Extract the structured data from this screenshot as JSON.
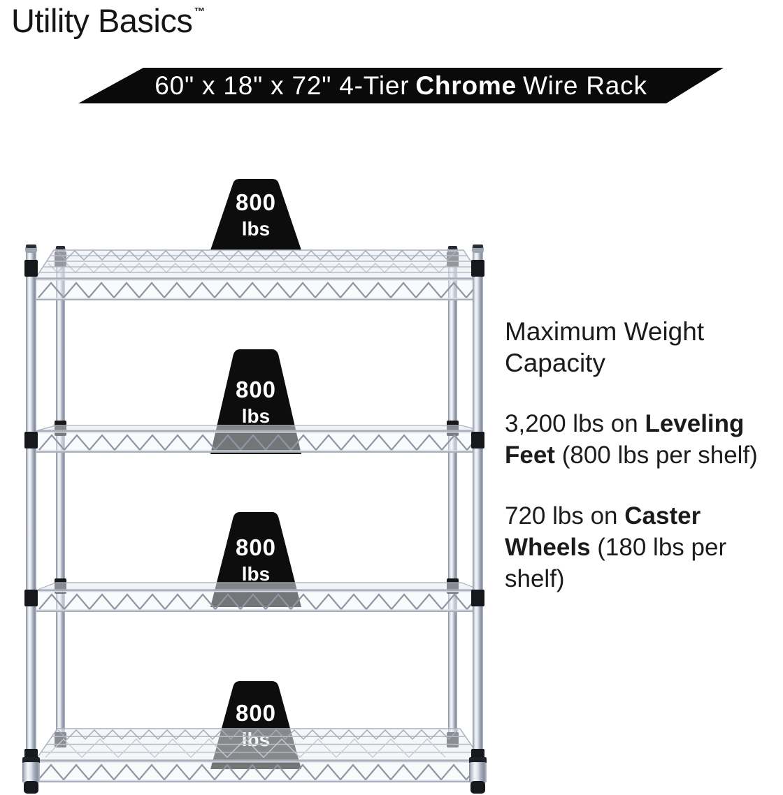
{
  "brand": {
    "name": "Utility Basics",
    "tm": "™"
  },
  "banner": {
    "prefix": "60\" x 18\" x 72\" 4-Tier",
    "bold": "Chrome",
    "suffix": "Wire Rack"
  },
  "badges": [
    {
      "value": "800",
      "unit": "lbs"
    },
    {
      "value": "800",
      "unit": "lbs"
    },
    {
      "value": "800",
      "unit": "lbs"
    },
    {
      "value": "800",
      "unit": "lbs"
    }
  ],
  "info": {
    "heading": "Maximum Weight Capacity",
    "leveling": {
      "prefix": "3,200 lbs on ",
      "bold": "Leveling Feet",
      "suffix": " (800 lbs per shelf)"
    },
    "caster": {
      "prefix": "720 lbs on ",
      "bold": "Caster Wheels",
      "suffix": " (180 lbs per shelf)"
    }
  },
  "colors": {
    "background": "#ffffff",
    "banner_bg": "#0a0a0a",
    "badge_bg": "#0d0d0d",
    "text": "#1b1b1b",
    "chrome_light": "#f5f7fa",
    "chrome_mid": "#c7cdd8",
    "chrome_dark": "#868d9c"
  }
}
